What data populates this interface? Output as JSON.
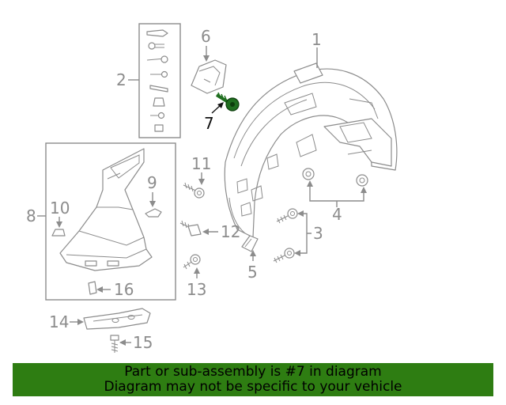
{
  "callouts": {
    "n1": "1",
    "n2": "2",
    "n3": "3",
    "n4": "4",
    "n5": "5",
    "n6": "6",
    "n7": "7",
    "n8": "8",
    "n9": "9",
    "n10": "10",
    "n11": "11",
    "n12": "12",
    "n13": "13",
    "n14": "14",
    "n15": "15",
    "n16": "16"
  },
  "highlighted_part": "7",
  "colors": {
    "highlight": "#1f6e1f",
    "banner": "#2e7d12",
    "line": "#8c8c8c"
  },
  "banner": {
    "line1": "Part or sub-assembly is #7 in diagram",
    "line2": "Diagram may not be specific to your vehicle"
  }
}
